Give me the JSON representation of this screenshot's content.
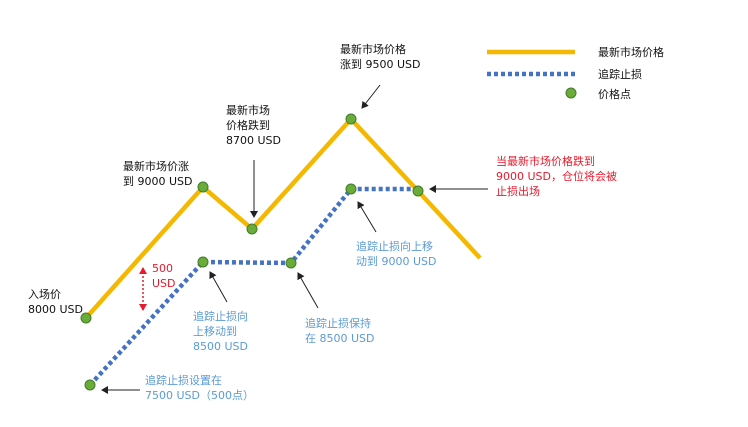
{
  "colors": {
    "price_line": "#f5b800",
    "trailing_stop": "#4472c4",
    "point": "#6aab3a",
    "point_stroke": "#3f7d2b",
    "annotation_blue": "#5b9bd5",
    "annotation_red": "#e8192c",
    "text": "#111111"
  },
  "legend": {
    "price_line_label": "最新市场价格",
    "trailing_stop_label": "追踪止损",
    "point_label": "价格点"
  },
  "annotations": {
    "entry": [
      "入场价",
      "8000 USD"
    ],
    "rise_9000": [
      "最新市场价涨",
      "到 9000 USD"
    ],
    "fall_8700": [
      "最新市场",
      "价格跌到",
      "8700 USD"
    ],
    "rise_9500": [
      "最新市场价格",
      "涨到 9500 USD"
    ],
    "distance": [
      "500",
      "USD"
    ],
    "stop_set": [
      "追踪止损设置在",
      "7500 USD（500点）"
    ],
    "stop_up_8500": [
      "追踪止损向",
      "上移动到",
      "8500 USD"
    ],
    "stop_hold": [
      "追踪止损保持",
      "在 8500 USD"
    ],
    "stop_up_9000": [
      "追踪止损向上移",
      "动到 9000 USD"
    ],
    "stop_out": [
      "当最新市场价格跌到",
      "9000 USD，仓位将会被",
      "止损出场"
    ]
  }
}
